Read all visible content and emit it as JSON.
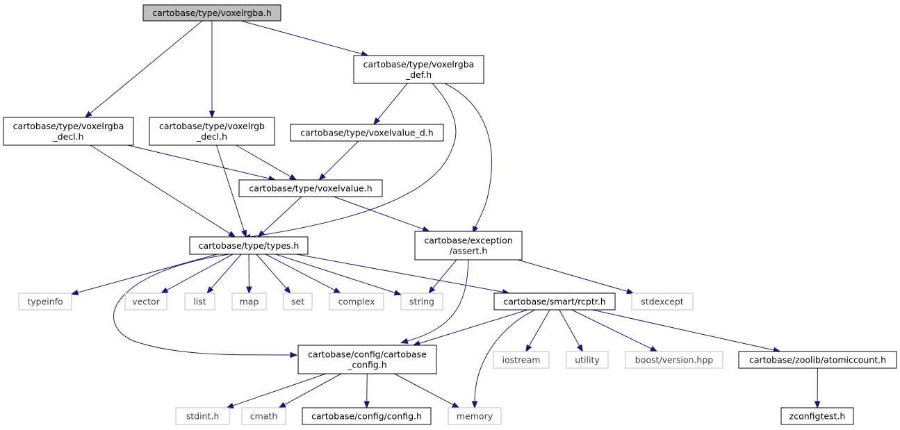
{
  "nodes": {
    "voxelrgba_h": {
      "lines": [
        "cartobase/type/voxelrgba.h"
      ],
      "kind": "root"
    },
    "voxelrgba_def": {
      "lines": [
        "cartobase/type/voxelrgba",
        "_def.h"
      ],
      "kind": "local"
    },
    "voxelrgba_decl": {
      "lines": [
        "cartobase/type/voxelrgba",
        "_decl.h"
      ],
      "kind": "local"
    },
    "voxelrgb_decl": {
      "lines": [
        "cartobase/type/voxelrgb",
        "_decl.h"
      ],
      "kind": "local"
    },
    "voxelvalue_d": {
      "lines": [
        "cartobase/type/voxelvalue_d.h"
      ],
      "kind": "local"
    },
    "voxelvalue": {
      "lines": [
        "cartobase/type/voxelvalue.h"
      ],
      "kind": "local"
    },
    "types": {
      "lines": [
        "cartobase/type/types.h"
      ],
      "kind": "local"
    },
    "assert": {
      "lines": [
        "cartobase/exception",
        "/assert.h"
      ],
      "kind": "local"
    },
    "typeinfo": {
      "lines": [
        "typeinfo"
      ],
      "kind": "system"
    },
    "vector": {
      "lines": [
        "vector"
      ],
      "kind": "system"
    },
    "list": {
      "lines": [
        "list"
      ],
      "kind": "system"
    },
    "map": {
      "lines": [
        "map"
      ],
      "kind": "system"
    },
    "set": {
      "lines": [
        "set"
      ],
      "kind": "system"
    },
    "complex": {
      "lines": [
        "complex"
      ],
      "kind": "system"
    },
    "string": {
      "lines": [
        "string"
      ],
      "kind": "system"
    },
    "rcptr": {
      "lines": [
        "cartobase/smart/rcptr.h"
      ],
      "kind": "local"
    },
    "stdexcept": {
      "lines": [
        "stdexcept"
      ],
      "kind": "system"
    },
    "cartobase_config": {
      "lines": [
        "cartobase/config/cartobase",
        "_config.h"
      ],
      "kind": "local"
    },
    "iostream": {
      "lines": [
        "iostream"
      ],
      "kind": "system"
    },
    "utility": {
      "lines": [
        "utility"
      ],
      "kind": "system"
    },
    "boost_version": {
      "lines": [
        "boost/version.hpp"
      ],
      "kind": "system"
    },
    "atomiccount": {
      "lines": [
        "cartobase/zoolib/atomiccount.h"
      ],
      "kind": "local"
    },
    "stdint": {
      "lines": [
        "stdint.h"
      ],
      "kind": "system"
    },
    "cmath": {
      "lines": [
        "cmath"
      ],
      "kind": "system"
    },
    "config": {
      "lines": [
        "cartobase/config/config.h"
      ],
      "kind": "local"
    },
    "memory": {
      "lines": [
        "memory"
      ],
      "kind": "system"
    },
    "zconfigtest": {
      "lines": [
        "zconfigtest.h"
      ],
      "kind": "local"
    }
  },
  "edges": [
    [
      "voxelrgba_h",
      "voxelrgba_def"
    ],
    [
      "voxelrgba_h",
      "voxelrgba_decl"
    ],
    [
      "voxelrgba_h",
      "voxelrgb_decl"
    ],
    [
      "voxelrgba_def",
      "voxelvalue_d"
    ],
    [
      "voxelrgba_def",
      "types"
    ],
    [
      "voxelrgba_def",
      "assert"
    ],
    [
      "voxelrgba_decl",
      "voxelvalue"
    ],
    [
      "voxelrgba_decl",
      "types"
    ],
    [
      "voxelrgb_decl",
      "voxelvalue"
    ],
    [
      "voxelrgb_decl",
      "types"
    ],
    [
      "voxelvalue_d",
      "voxelvalue"
    ],
    [
      "voxelvalue",
      "types"
    ],
    [
      "voxelvalue",
      "assert"
    ],
    [
      "types",
      "typeinfo"
    ],
    [
      "types",
      "vector"
    ],
    [
      "types",
      "list"
    ],
    [
      "types",
      "map"
    ],
    [
      "types",
      "set"
    ],
    [
      "types",
      "complex"
    ],
    [
      "types",
      "string"
    ],
    [
      "types",
      "rcptr"
    ],
    [
      "types",
      "cartobase_config"
    ],
    [
      "assert",
      "string"
    ],
    [
      "assert",
      "stdexcept"
    ],
    [
      "assert",
      "cartobase_config"
    ],
    [
      "rcptr",
      "cartobase_config"
    ],
    [
      "rcptr",
      "memory"
    ],
    [
      "rcptr",
      "iostream"
    ],
    [
      "rcptr",
      "utility"
    ],
    [
      "rcptr",
      "boost_version"
    ],
    [
      "rcptr",
      "atomiccount"
    ],
    [
      "cartobase_config",
      "stdint"
    ],
    [
      "cartobase_config",
      "cmath"
    ],
    [
      "cartobase_config",
      "config"
    ],
    [
      "cartobase_config",
      "memory"
    ],
    [
      "atomiccount",
      "zconfigtest"
    ]
  ]
}
